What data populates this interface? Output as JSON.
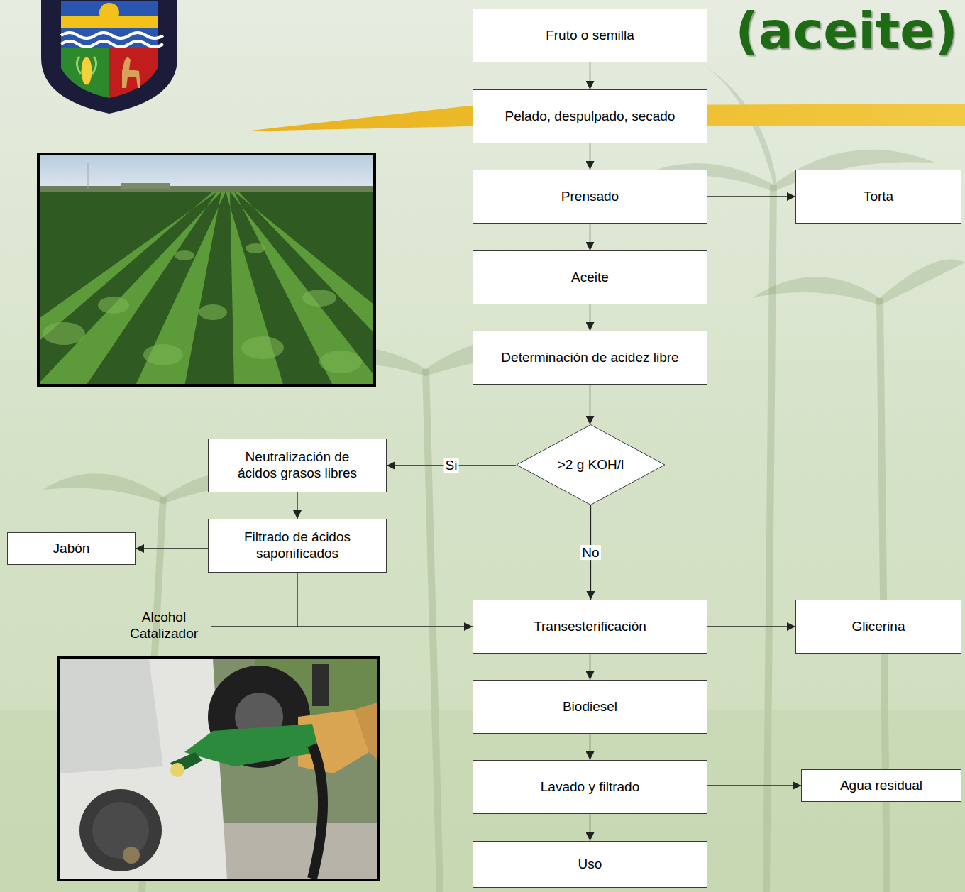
{
  "diagram": {
    "title": "(aceite)",
    "nodes": [
      {
        "text": [
          "Fruto o semilla"
        ]
      },
      {
        "text": [
          "Pelado, despulpado, secado"
        ]
      },
      {
        "text": [
          "Prensado"
        ]
      },
      {
        "text": [
          "Torta"
        ]
      },
      {
        "text": [
          "Aceite"
        ]
      },
      {
        "text": [
          "Determinación de acidez libre"
        ]
      },
      {
        "text": [
          ">2 g KOH/l"
        ]
      },
      {
        "text": [
          "Neutralización de ácidos grasos libres"
        ]
      },
      {
        "text": [
          "Jabón"
        ]
      },
      {
        "text": [
          "Filtrado de ácidos saponificados"
        ]
      },
      {
        "text": [
          "Transesterificación"
        ]
      },
      {
        "text": [
          "Glicerina"
        ]
      },
      {
        "text": [
          "Biodiesel"
        ]
      },
      {
        "text": [
          "Lavado y filtrado"
        ]
      },
      {
        "text": [
          "Agua residual"
        ]
      },
      {
        "text": [
          "Uso"
        ]
      }
    ],
    "edges": [
      {
        "from": 0,
        "to": 1,
        "arrow": "to"
      },
      {
        "from": 1,
        "to": 2,
        "arrow": "to"
      },
      {
        "from": 2,
        "to": 3,
        "arrow": "to"
      },
      {
        "from": 2,
        "to": 4,
        "arrow": "to"
      },
      {
        "from": 4,
        "to": 5,
        "arrow": "to"
      },
      {
        "from": 5,
        "to": 6,
        "arrow": "to"
      },
      {
        "from": 6,
        "to": 7,
        "label": "Si",
        "arrow": "to"
      },
      {
        "from": 6,
        "to": 10,
        "label": "No",
        "arrow": "to"
      },
      {
        "from": 7,
        "to": 9,
        "arrow": "to"
      },
      {
        "from": 9,
        "to": 8,
        "arrow": "to"
      },
      {
        "from": 9,
        "to": 10,
        "arrow": "to"
      },
      {
        "from": 10,
        "to": 11,
        "arrow": "to"
      },
      {
        "from": 10,
        "to": 12,
        "arrow": "to"
      },
      {
        "from": 12,
        "to": 13,
        "arrow": "to"
      },
      {
        "from": 13,
        "to": 14,
        "arrow": "to"
      },
      {
        "from": 13,
        "to": 15,
        "arrow": "to"
      }
    ],
    "labels": [
      "Alcohol",
      "Catalizador"
    ]
  }
}
